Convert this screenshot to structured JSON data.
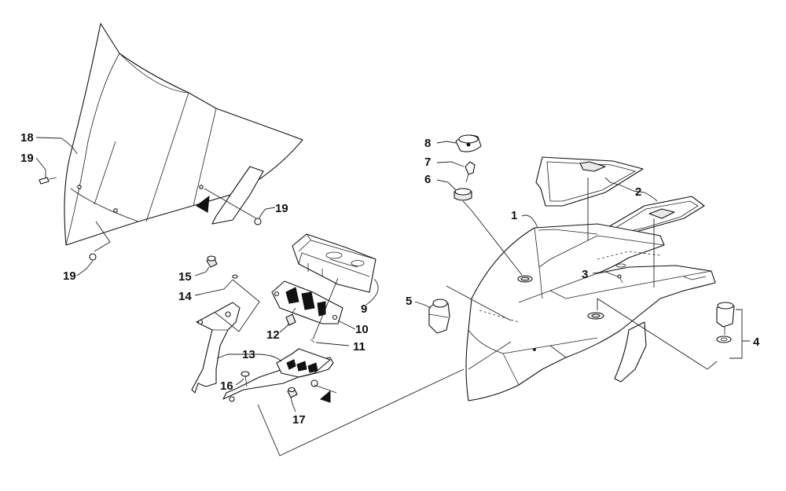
{
  "callouts": [
    {
      "id": "c1",
      "text": "1"
    },
    {
      "id": "c2",
      "text": "2"
    },
    {
      "id": "c3",
      "text": "3"
    },
    {
      "id": "c4",
      "text": "4"
    },
    {
      "id": "c5",
      "text": "5"
    },
    {
      "id": "c6",
      "text": "6"
    },
    {
      "id": "c7",
      "text": "7"
    },
    {
      "id": "c8",
      "text": "8"
    },
    {
      "id": "c9",
      "text": "9"
    },
    {
      "id": "c10",
      "text": "10"
    },
    {
      "id": "c11",
      "text": "11"
    },
    {
      "id": "c12",
      "text": "12"
    },
    {
      "id": "c13",
      "text": "13"
    },
    {
      "id": "c14",
      "text": "14"
    },
    {
      "id": "c15",
      "text": "15"
    },
    {
      "id": "c16",
      "text": "16"
    },
    {
      "id": "c17",
      "text": "17"
    },
    {
      "id": "c18",
      "text": "18"
    },
    {
      "id": "c19a",
      "text": "19"
    },
    {
      "id": "c19b",
      "text": "19"
    },
    {
      "id": "c19c",
      "text": "19"
    }
  ]
}
